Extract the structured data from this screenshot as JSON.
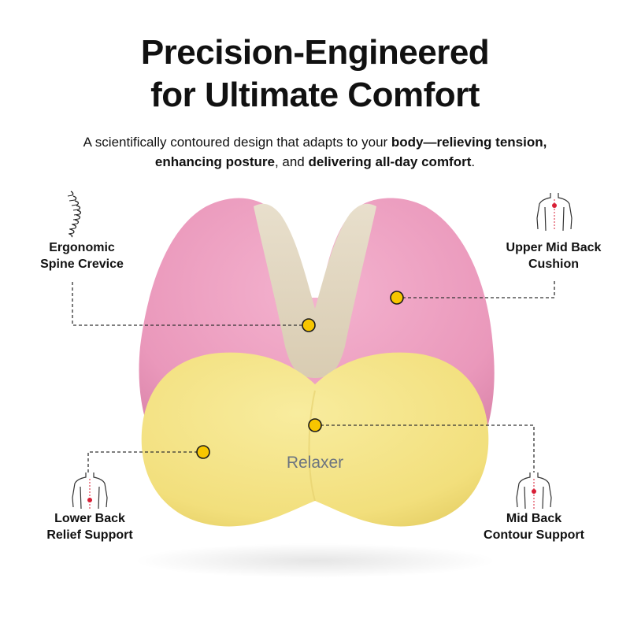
{
  "headline": {
    "line1": "Precision-Engineered",
    "line2": "for Ultimate Comfort"
  },
  "subheadline": {
    "part1": "A scientifically contoured design that adapts to your ",
    "bold1": "body—relieving tension,",
    "bold2": "enhancing posture",
    "part2": ", and ",
    "bold3": "delivering all-day comfort",
    "part3": "."
  },
  "brand": "Relaxer",
  "callouts": {
    "spine": {
      "line1": "Ergonomic",
      "line2": "Spine Crevice",
      "icon": "spine-icon"
    },
    "upper_mid": {
      "line1": "Upper Mid Back",
      "line2": "Cushion",
      "icon": "torso-icon"
    },
    "lower": {
      "line1": "Lower Back",
      "line2": "Relief Support",
      "icon": "torso-icon"
    },
    "mid": {
      "line1": "Mid Back",
      "line2": "Contour Support",
      "icon": "torso-icon"
    }
  },
  "colors": {
    "pink": "#ee9fc1",
    "beige": "#e6dcc8",
    "yellow": "#f4e48a",
    "marker": "#f7c600",
    "marker_highlight": "#d81f36"
  }
}
